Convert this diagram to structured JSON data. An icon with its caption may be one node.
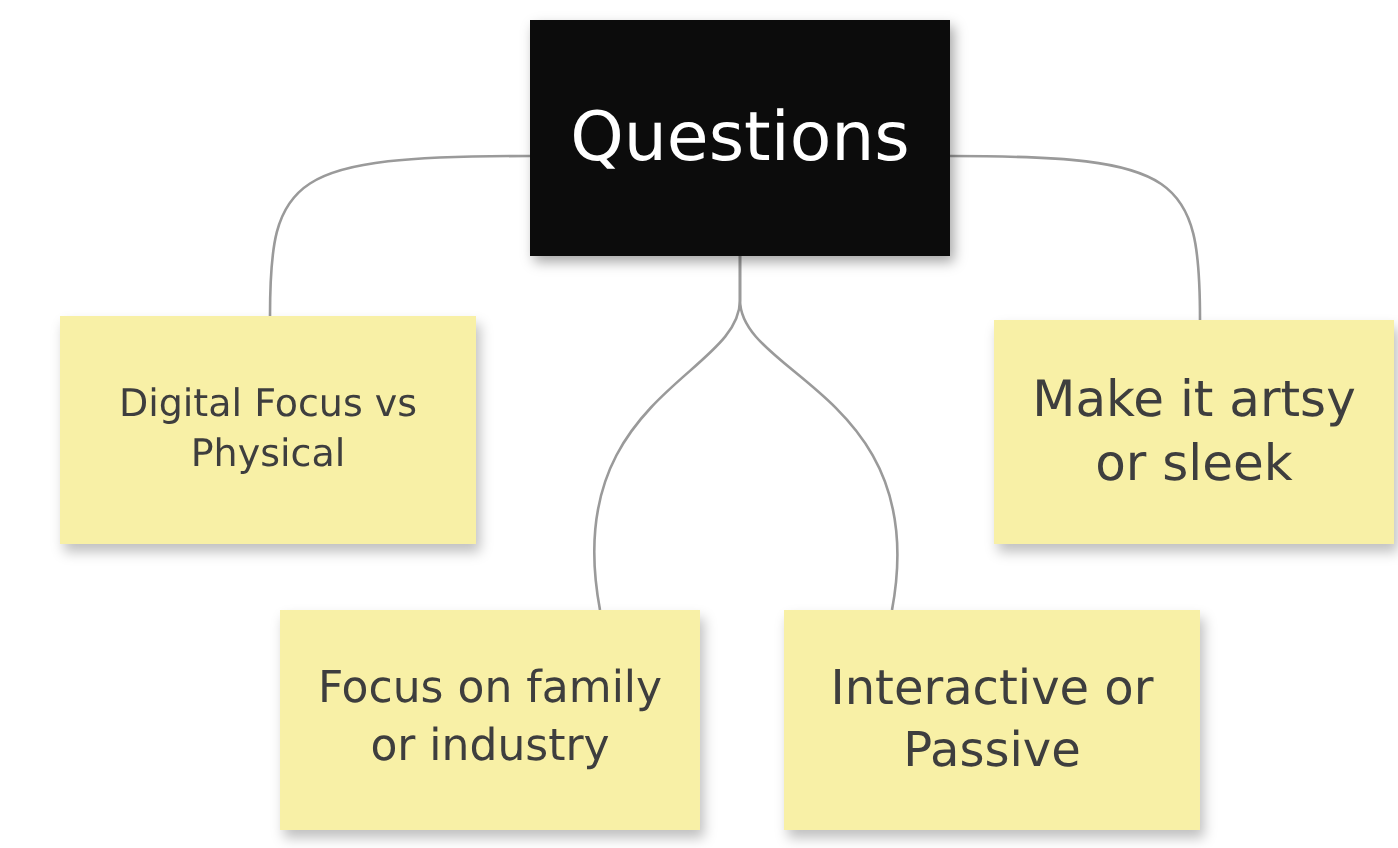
{
  "diagram": {
    "nodes": [
      {
        "text": [
          "Questions"
        ]
      },
      {
        "text": [
          "Digital Focus vs Physical"
        ]
      },
      {
        "text": [
          "Make it artsy or sleek"
        ]
      },
      {
        "text": [
          "Focus on family or industry"
        ]
      },
      {
        "text": [
          "Interactive or Passive"
        ]
      }
    ],
    "edges": [
      {
        "from": 0,
        "to": 1,
        "arrow": "none"
      },
      {
        "from": 0,
        "to": 2,
        "arrow": "none"
      },
      {
        "from": 0,
        "to": 3,
        "arrow": "none"
      },
      {
        "from": 0,
        "to": 4,
        "arrow": "none"
      }
    ]
  }
}
